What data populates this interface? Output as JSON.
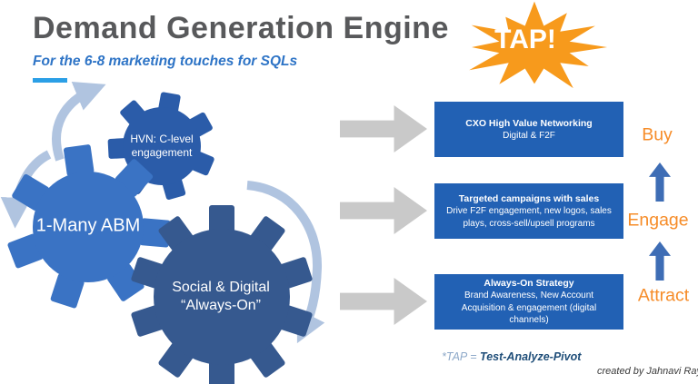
{
  "header": {
    "title": "Demand Generation Engine",
    "subtitle": "For the 6-8 marketing touches for SQLs",
    "tap_burst": "TAP!"
  },
  "gears": [
    {
      "id": "hvn",
      "label": "HVN: C-level\nengagement"
    },
    {
      "id": "one-many-abm",
      "label": "1-Many ABM"
    },
    {
      "id": "social-digital",
      "label": "Social & Digital\n“Always-On”"
    }
  ],
  "stages": [
    {
      "title": "CXO High Value Networking",
      "subtitle": "Digital & F2F",
      "stage_label": "Buy"
    },
    {
      "title": "Targeted campaigns with sales",
      "subtitle": "Drive F2F engagement, new logos, sales plays, cross-sell/upsell programs",
      "stage_label": "Engage"
    },
    {
      "title": "Always-On Strategy",
      "subtitle": "Brand Awareness, New Account Acquisition & engagement (digital channels)",
      "stage_label": "Attract"
    }
  ],
  "footer": {
    "tap_note_label": "*TAP = ",
    "tap_note_value": "Test-Analyze-Pivot",
    "credit": "created by Jahnavi Ray"
  },
  "icons": {
    "flow_arrow": "right-arrow",
    "step_arrow": "up-arrow",
    "cycle_arrow": "curved-swoosh-arrow",
    "burst": "starburst"
  },
  "palette": {
    "title_gray": "#58595b",
    "subtitle_blue": "#2e74c6",
    "underline_cyan": "#2b9fe6",
    "burst_orange": "#f79a1c",
    "gear_blue": "#2b5ca9",
    "gear_blue_light": "#3a73c4",
    "gear_slate": "#36598f",
    "cycle_arrow_blue": "#b0c4e0",
    "flow_arrow_gray": "#c9c9c9",
    "box_blue": "#2261b4",
    "stage_label_orange": "#f68c28",
    "up_arrow_blue": "#3e6db5",
    "tap_note_blue": "#1f4e79"
  }
}
